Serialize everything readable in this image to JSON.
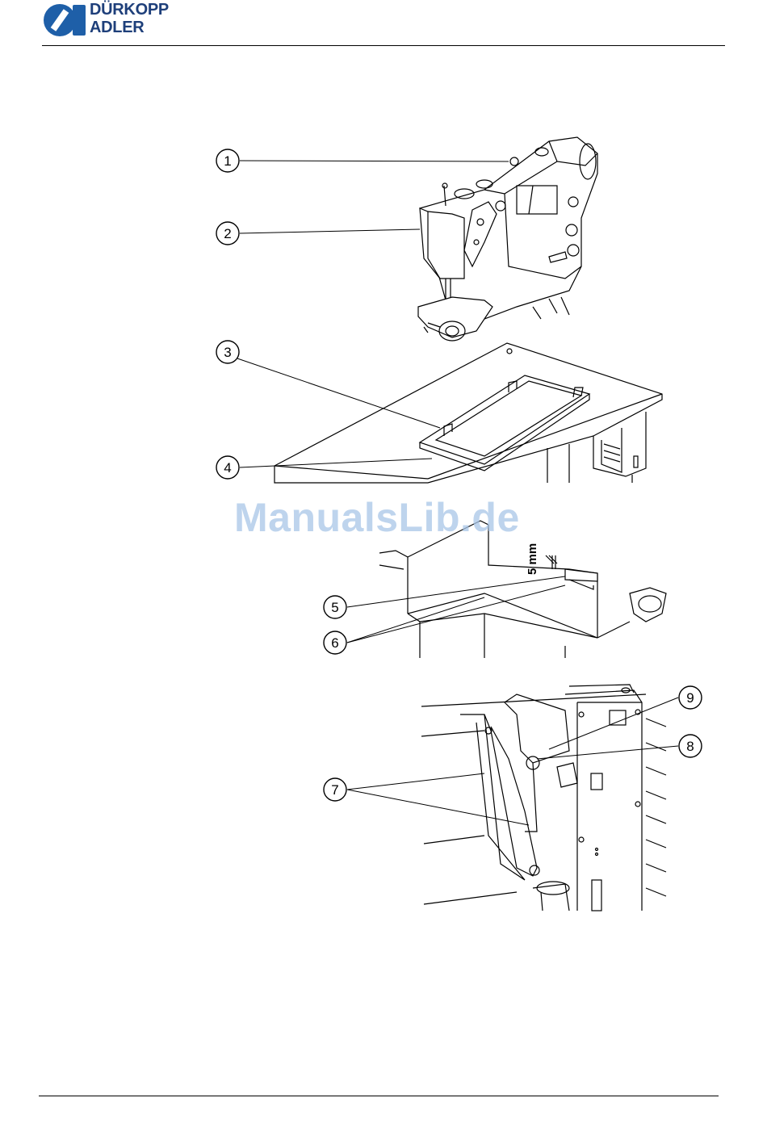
{
  "header": {
    "brand_line1": "DÜRKOPP",
    "brand_line2": "ADLER"
  },
  "figure": {
    "callouts": [
      "1",
      "2",
      "3",
      "4",
      "5",
      "6",
      "7",
      "8",
      "9"
    ],
    "dimension_label": "5 mm"
  },
  "watermark": "ManualsLib.de"
}
